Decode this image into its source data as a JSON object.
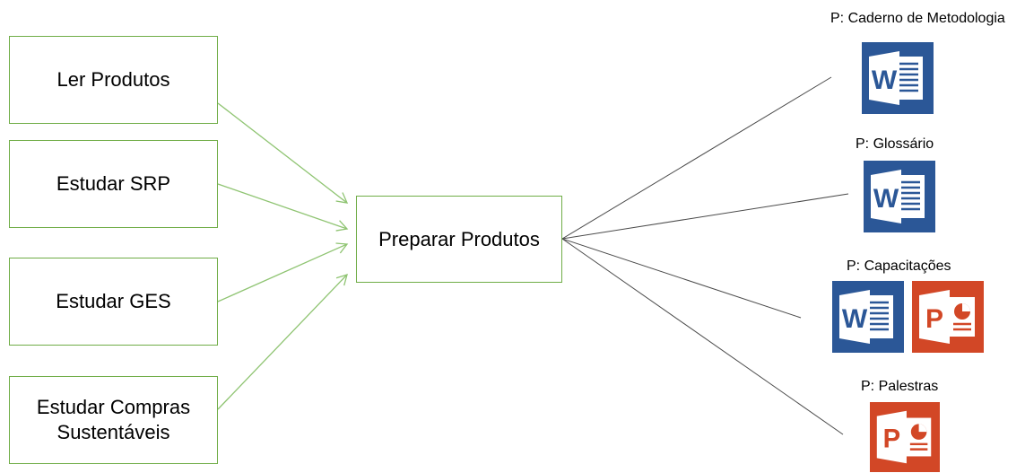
{
  "colors": {
    "box_border": "#70ad47",
    "arrow": "#8fc472",
    "output_line": "#4a4a4a",
    "word_blue": "#2b5797",
    "ppt_orange": "#d24726"
  },
  "inputs": [
    {
      "lines": [
        "Ler Produtos"
      ]
    },
    {
      "lines": [
        "Estudar SRP"
      ]
    },
    {
      "lines": [
        "Estudar GES"
      ]
    },
    {
      "lines": [
        "Estudar Compras",
        "Sustentáveis"
      ]
    }
  ],
  "center": {
    "label": "Preparar Produtos"
  },
  "outputs": [
    {
      "label": "P: Caderno de Metodologia",
      "icons": [
        "word-icon"
      ]
    },
    {
      "label": "P: Glossário",
      "icons": [
        "word-icon"
      ]
    },
    {
      "label": "P: Capacitações",
      "icons": [
        "word-icon",
        "powerpoint-icon"
      ]
    },
    {
      "label": "P: Palestras",
      "icons": [
        "powerpoint-icon"
      ]
    }
  ]
}
